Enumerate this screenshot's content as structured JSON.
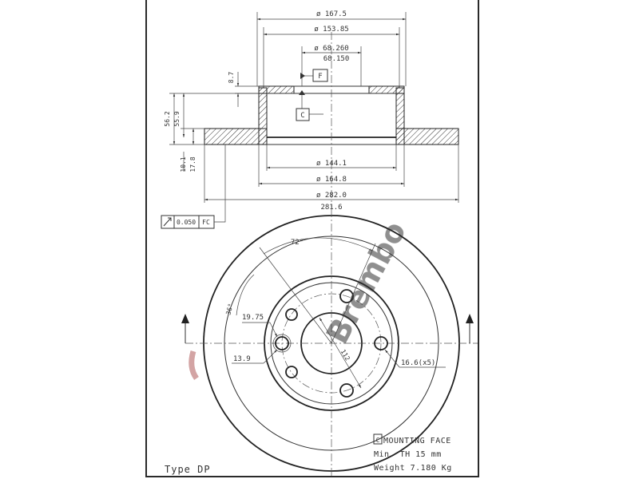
{
  "dimensions": {
    "d_167_5": "ø 167.5",
    "d_153_85": "ø 153.85",
    "d_68_260": "ø 68.260",
    "d_68_150": "68.150",
    "d_144_1": "ø 144.1",
    "d_164_8": "ø 164.8",
    "d_282_0": "ø 282.0",
    "d_281_6": "281.6",
    "h_8_7": "8.7",
    "h_56_2": "56.2",
    "h_55_9": "55.9",
    "h_10_1": "10.1",
    "h_17_8": "17.8",
    "angle_72": "72°",
    "angle_36": "36°",
    "d_19_75": "19.75",
    "d_13_9": "13.9",
    "d_112": "112",
    "holes": "16.6(x5)"
  },
  "datums": {
    "f": "F",
    "c": "C"
  },
  "tolerance": {
    "value": "0.050",
    "ref": "FC"
  },
  "legend": {
    "mark": "C",
    "mounting_face": "MOUNTING FACE",
    "min_th": "Min. TH 15   mm",
    "weight": "Weight 7.180 Kg"
  },
  "type_label": "Type DP",
  "watermark": "Brembo",
  "colors": {
    "line": "#333333",
    "watermark": "#b05a5a",
    "background": "#ffffff"
  }
}
